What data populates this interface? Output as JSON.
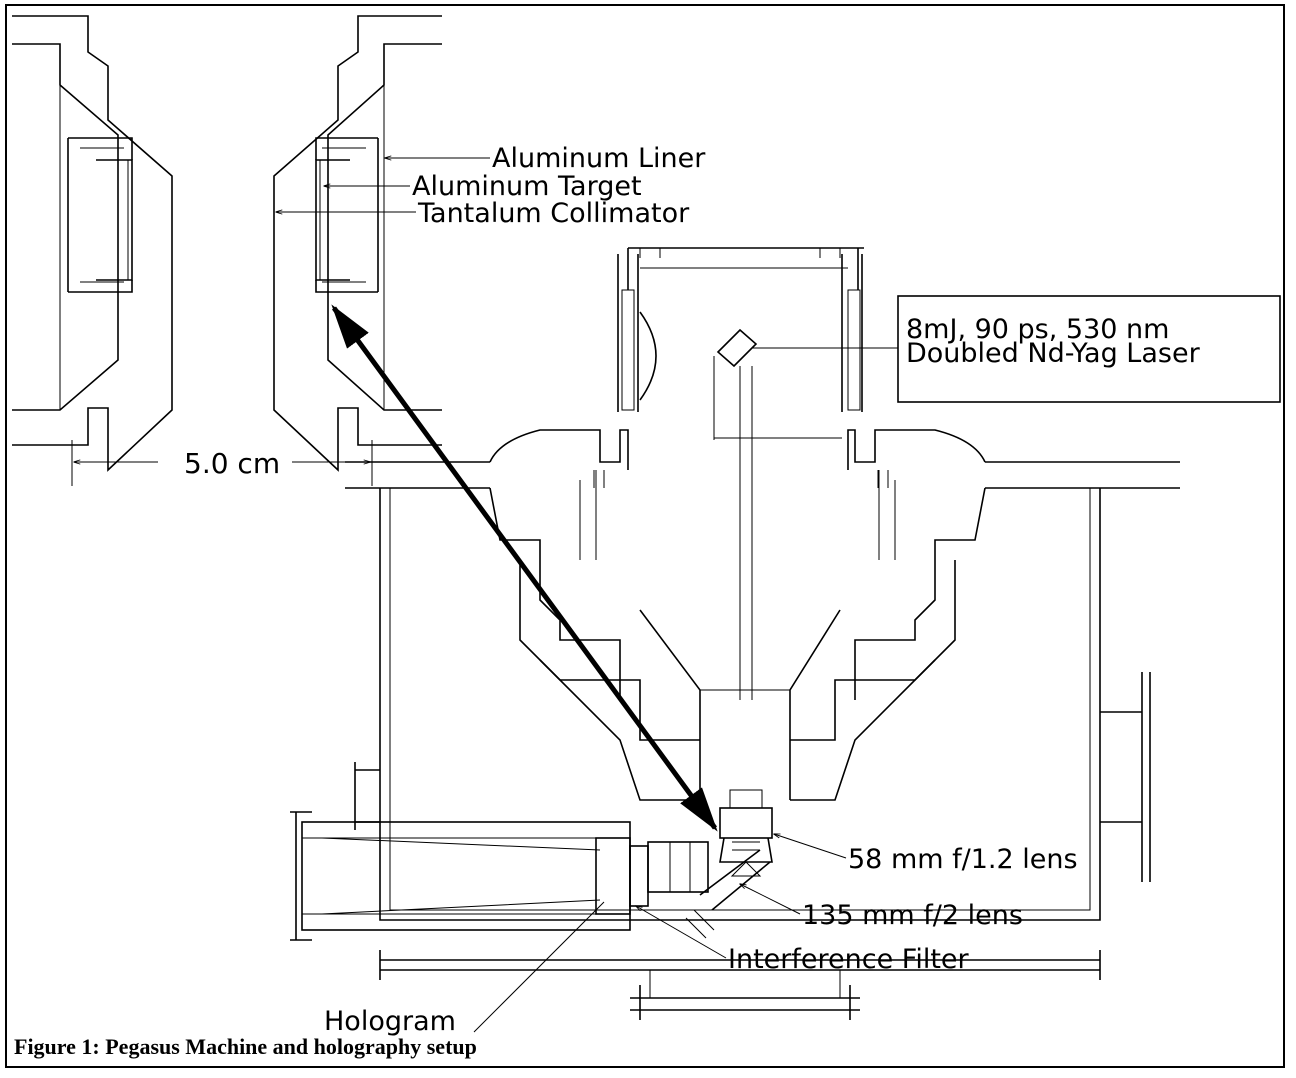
{
  "labels": {
    "aluminum_liner": "Aluminum Liner",
    "aluminum_target": "Aluminum Target",
    "tantalum_collimator": "Tantalum Collimator",
    "dimension": "5.0 cm",
    "laser_line1": "8mJ, 90 ps, 530 nm",
    "laser_line2": "Doubled Nd-Yag Laser",
    "lens_58": "58 mm f/1.2 lens",
    "lens_135": "135 mm f/2 lens",
    "interference_filter": "Interference Filter",
    "hologram": "Hologram"
  },
  "caption": "Figure 1: Pegasus Machine and holography setup"
}
